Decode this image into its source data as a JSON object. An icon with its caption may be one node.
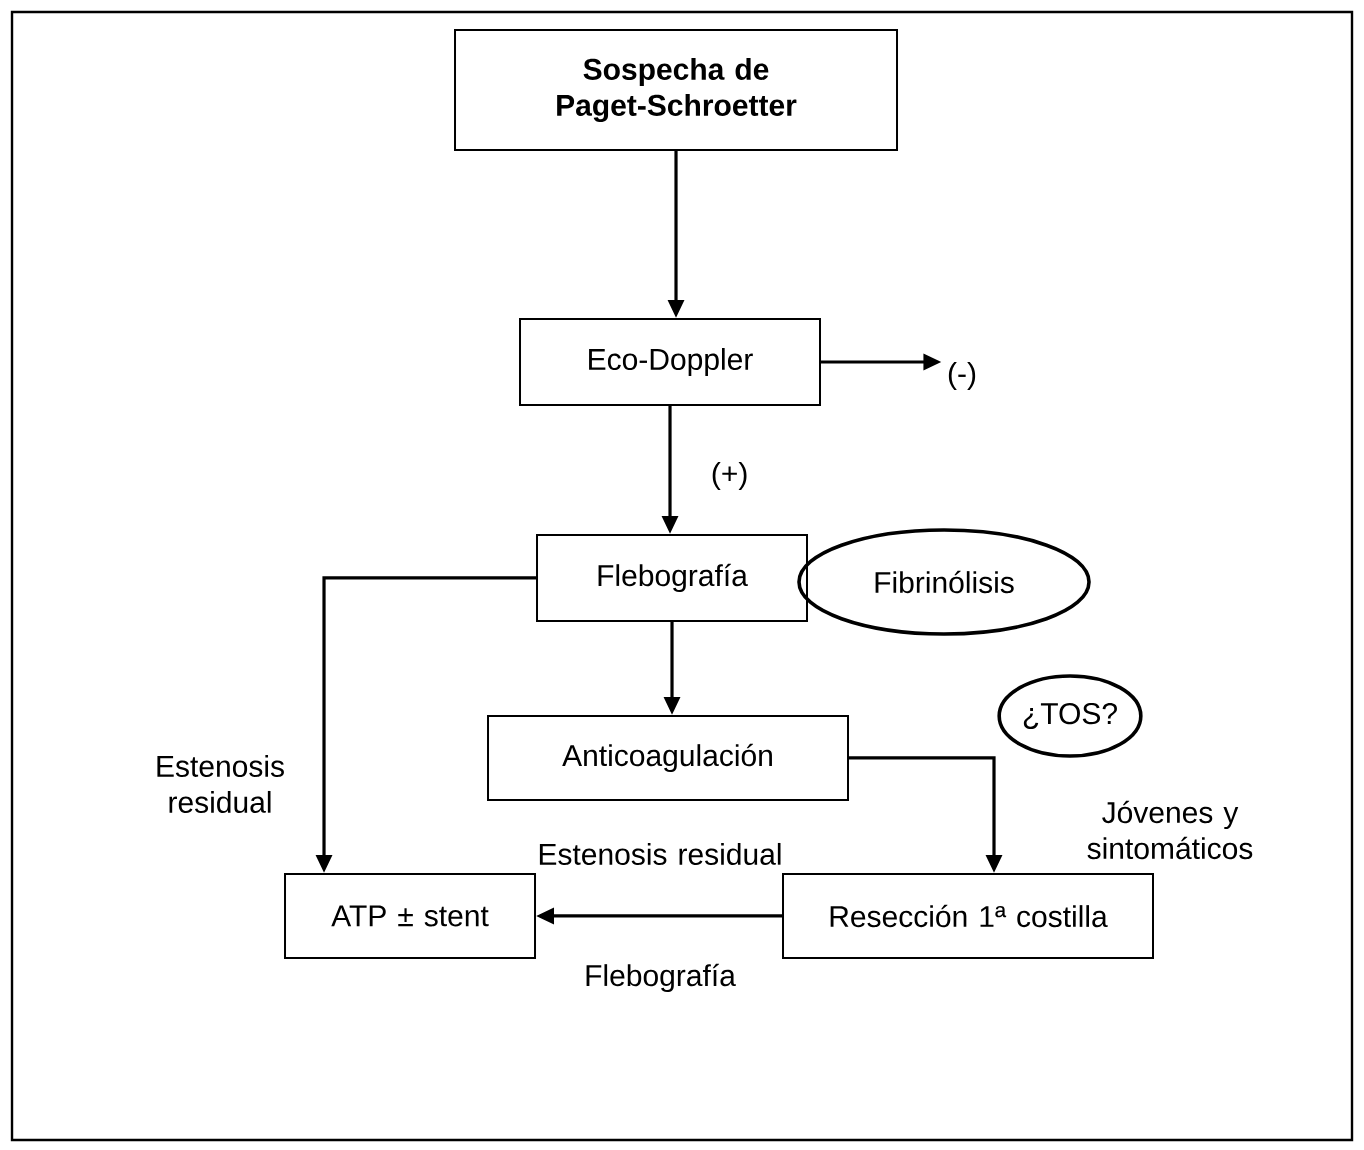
{
  "diagram": {
    "nodes": [
      {
        "text": [
          "**Sospecha de Paget-Schroetter**"
        ]
      },
      {
        "text": [
          "Eco-Doppler"
        ]
      },
      {
        "text": [
          "(-)"
        ]
      },
      {
        "text": [
          "Flebografía"
        ]
      },
      {
        "text": [
          "Fibrinólisis"
        ]
      },
      {
        "text": [
          "Anticoagulación"
        ]
      },
      {
        "text": [
          "¿TOS?"
        ]
      },
      {
        "text": [
          "ATP ± stent"
        ]
      },
      {
        "text": [
          "Resección 1ª costilla"
        ]
      }
    ],
    "edges": [
      {
        "from": 0,
        "to": 1,
        "arrow": "to"
      },
      {
        "from": 1,
        "to": 2,
        "arrow": "to"
      },
      {
        "from": 1,
        "to": 3,
        "arrow": "to",
        "label": "(+)"
      },
      {
        "from": 3,
        "to": 7,
        "arrow": "to",
        "label": "Estenosis residual"
      },
      {
        "from": 3,
        "to": 5,
        "arrow": "to"
      },
      {
        "from": 5,
        "to": 8,
        "arrow": "to",
        "label": "Jóvenes y sintomáticos"
      },
      {
        "from": 8,
        "to": 7,
        "arrow": "to",
        "label": "Estenosis residual"
      }
    ],
    "labels": [
      "Flebografía"
    ]
  }
}
